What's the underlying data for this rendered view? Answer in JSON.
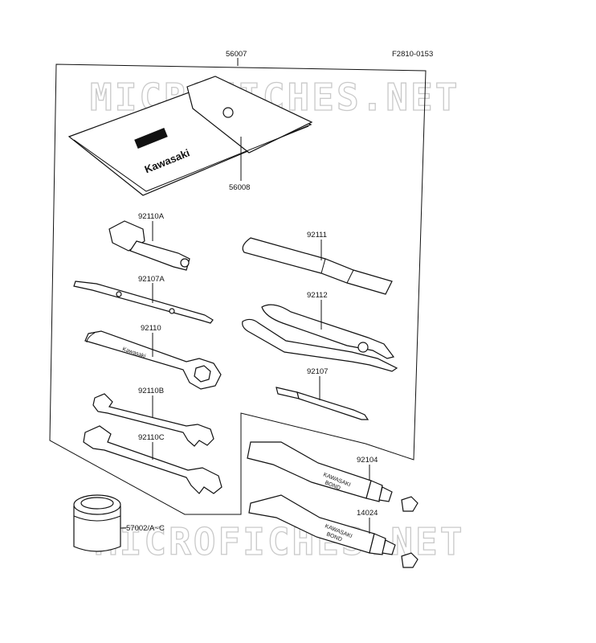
{
  "diagram": {
    "ref_code": "F2810-0153",
    "watermark": "MICROFICHES.NET",
    "brand_label": "Kawasaki",
    "tube_text_line1": "KAWASAKI",
    "tube_text_line2": "BOND",
    "part_numbers": {
      "tool_kit": "56007",
      "tool_bag": "56008",
      "plug_wrench": "92110A",
      "screwdriver_flat": "92107A",
      "combination_wrench": "92110",
      "open_wrench_b": "92110B",
      "open_wrench_c": "92110C",
      "grease_can": "57002/A~C",
      "extension_handle": "92111",
      "pliers": "92112",
      "screwdriver_phillips": "92107",
      "bond_tube_1": "92104",
      "bond_tube_2": "14024"
    }
  }
}
